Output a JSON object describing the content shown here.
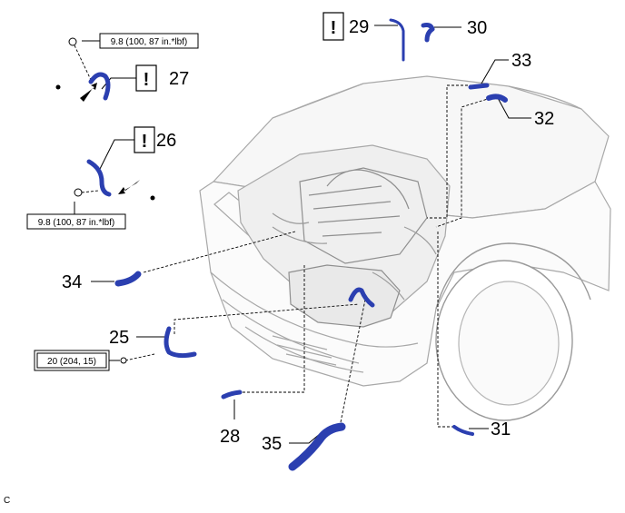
{
  "diagram": {
    "corner_code": "C",
    "callouts": [
      {
        "id": "25",
        "text": "25"
      },
      {
        "id": "26",
        "text": "26"
      },
      {
        "id": "27",
        "text": "27"
      },
      {
        "id": "28",
        "text": "28"
      },
      {
        "id": "29",
        "text": "29"
      },
      {
        "id": "30",
        "text": "30"
      },
      {
        "id": "31",
        "text": "31"
      },
      {
        "id": "32",
        "text": "32"
      },
      {
        "id": "33",
        "text": "33"
      },
      {
        "id": "34",
        "text": "34"
      },
      {
        "id": "35",
        "text": "35"
      }
    ],
    "torque_labels": [
      {
        "id": "t27",
        "text": "9.8 (100, 87 in.*lbf)"
      },
      {
        "id": "t26",
        "text": "9.8 (100, 87 in.*lbf)"
      },
      {
        "id": "t25",
        "text": "20 (204, 15)"
      }
    ],
    "caution_symbol": "!",
    "colors": {
      "hose": "#2b3fb0",
      "hose_dark": "#16237a",
      "car_outline": "#9a9a9a",
      "line": "#000000"
    }
  }
}
